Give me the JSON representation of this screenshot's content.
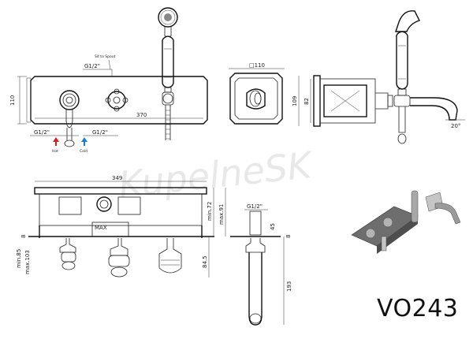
{
  "model_code": "VO243",
  "watermark": "KupelneSK",
  "front_view": {
    "valve_note": "Sit to Spout",
    "thread_top": "G1/2\"",
    "thread_left": "G1/2\"",
    "thread_right": "G1/2\"",
    "height": "110",
    "width": "370",
    "hot_label": "Hot",
    "cold_label": "Cold",
    "hot_color": "#d22020",
    "cold_color": "#1a7fd0"
  },
  "plate_view": {
    "size": "110"
  },
  "side_view": {
    "depth_outer": "109",
    "depth_inner": "82",
    "angle": "20°"
  },
  "section_view": {
    "width": "349",
    "depth_min": "min.72",
    "depth_max": "max.91",
    "gap": "8",
    "reach_min": "min.85",
    "reach_max": "max.103",
    "max_label": "MAX",
    "handle_reach": "84.5"
  },
  "spout_view": {
    "thread": "G1/2\"",
    "height_top": "45",
    "gap": "8",
    "length": "193"
  }
}
